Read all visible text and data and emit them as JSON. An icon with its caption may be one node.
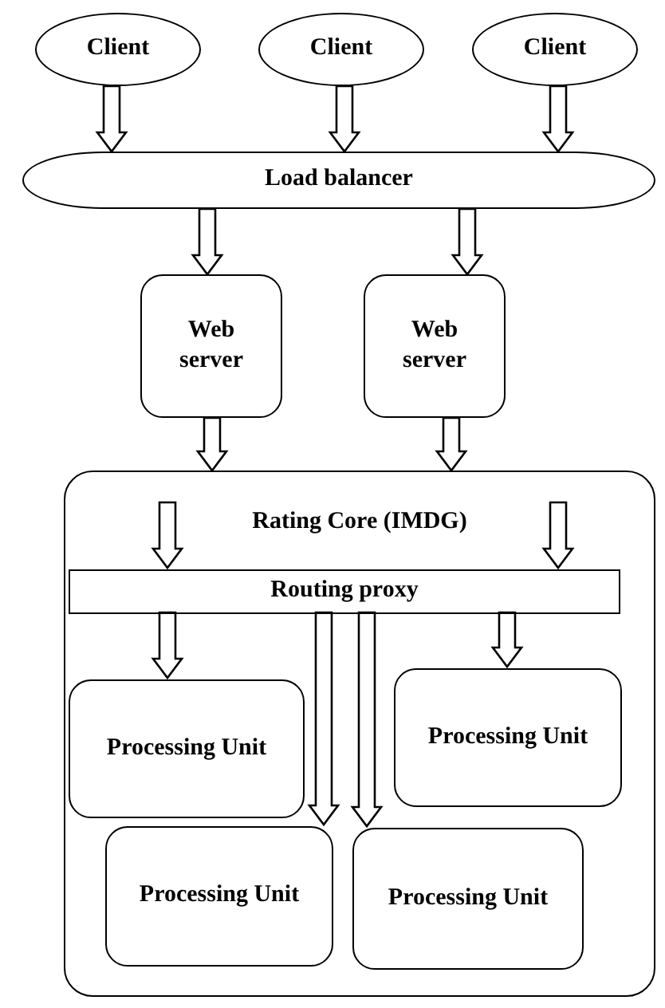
{
  "diagram": {
    "nodes": [
      {
        "text": [
          "Client"
        ]
      },
      {
        "text": [
          "Client"
        ]
      },
      {
        "text": [
          "Client"
        ]
      },
      {
        "text": [
          "Load balancer"
        ]
      },
      {
        "text": [
          "Web server"
        ]
      },
      {
        "text": [
          "Web server"
        ]
      },
      {
        "text": [
          "Rating Core (IMDG)"
        ]
      },
      {
        "text": [
          "Routing proxy"
        ],
        "in": 6
      },
      {
        "text": [
          "Processing Unit"
        ],
        "in": 6
      },
      {
        "text": [
          "Processing Unit"
        ],
        "in": 6
      },
      {
        "text": [
          "Processing Unit"
        ],
        "in": 6
      },
      {
        "text": [
          "Processing Unit"
        ],
        "in": 6
      }
    ],
    "edges": [
      {
        "from": 0,
        "to": 3,
        "arrow": "to"
      },
      {
        "from": 1,
        "to": 3,
        "arrow": "to"
      },
      {
        "from": 2,
        "to": 3,
        "arrow": "to"
      },
      {
        "from": 3,
        "to": 4,
        "arrow": "to"
      },
      {
        "from": 3,
        "to": 5,
        "arrow": "to"
      },
      {
        "from": 4,
        "to": 6,
        "arrow": "to"
      },
      {
        "from": 5,
        "to": 6,
        "arrow": "to"
      },
      {
        "from": null,
        "to": 7,
        "arrow": "to"
      },
      {
        "from": null,
        "to": 7,
        "arrow": "to"
      },
      {
        "from": 7,
        "to": 8,
        "arrow": "to"
      },
      {
        "from": 7,
        "to": 9,
        "arrow": "to"
      },
      {
        "from": 7,
        "to": 10,
        "arrow": "to"
      },
      {
        "from": 7,
        "to": 11,
        "arrow": "to"
      }
    ]
  }
}
